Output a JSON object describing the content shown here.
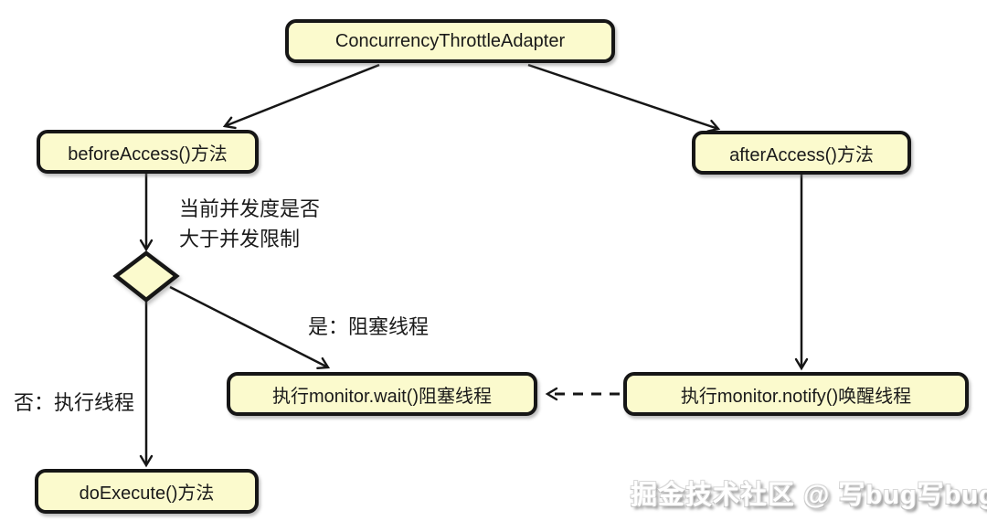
{
  "diagram": {
    "type": "activity-flowchart",
    "subject": "ConcurrencyThrottleAdapter",
    "colors": {
      "node_fill": "#fbfacd",
      "node_border": "#161616",
      "text": "#1a1a1a",
      "background": "#ffffff",
      "watermark_text": "#ffffff"
    },
    "nodes": [
      {
        "id": "adapter",
        "label": "ConcurrencyThrottleAdapter"
      },
      {
        "id": "before-access",
        "label": "beforeAccess()方法"
      },
      {
        "id": "after-access",
        "label": "afterAccess()方法"
      },
      {
        "id": "monitor-wait",
        "label": "执行monitor.wait()阻塞线程"
      },
      {
        "id": "monitor-notify",
        "label": "执行monitor.notify()唤醒线程"
      },
      {
        "id": "do-execute",
        "label": "doExecute()方法"
      }
    ],
    "decision": {
      "id": "concurrency-check",
      "shape": "diamond",
      "question_line1": "当前并发度是否",
      "question_line2": "大于并发限制",
      "yes_label": "是：阻塞线程",
      "no_label": "否：执行线程"
    },
    "edges": [
      {
        "from": "adapter",
        "to": "before-access",
        "style": "solid"
      },
      {
        "from": "adapter",
        "to": "after-access",
        "style": "solid"
      },
      {
        "from": "before-access",
        "to": "concurrency-check",
        "style": "solid"
      },
      {
        "from": "concurrency-check",
        "to": "monitor-wait",
        "style": "solid",
        "label": "是：阻塞线程"
      },
      {
        "from": "concurrency-check",
        "to": "do-execute",
        "style": "solid",
        "label": "否：执行线程"
      },
      {
        "from": "after-access",
        "to": "monitor-notify",
        "style": "solid"
      },
      {
        "from": "monitor-notify",
        "to": "monitor-wait",
        "style": "dashed"
      }
    ],
    "watermark": "掘金技术社区 @ 写bug写bug"
  }
}
